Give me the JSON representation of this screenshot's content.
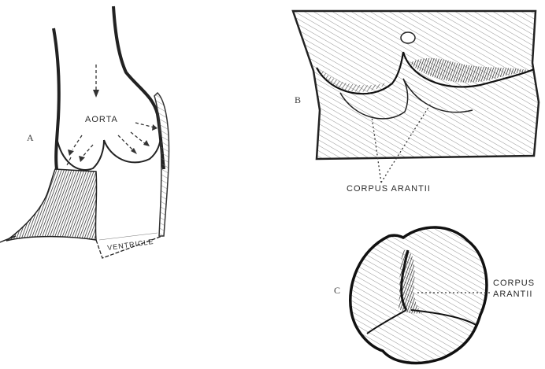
{
  "panels": {
    "a": {
      "letter": "A",
      "aorta_label": "AORTA",
      "ventricle_label": "VENTRICLE"
    },
    "b": {
      "letter": "B",
      "corpus_label": "CORPUS ARANTII"
    },
    "c": {
      "letter": "C",
      "corpus_label_line1": "CORPUS",
      "corpus_label_line2": "ARANTII"
    }
  },
  "colors": {
    "ink": "#2a2a2a",
    "paper": "#ffffff",
    "shade": "#555555"
  }
}
